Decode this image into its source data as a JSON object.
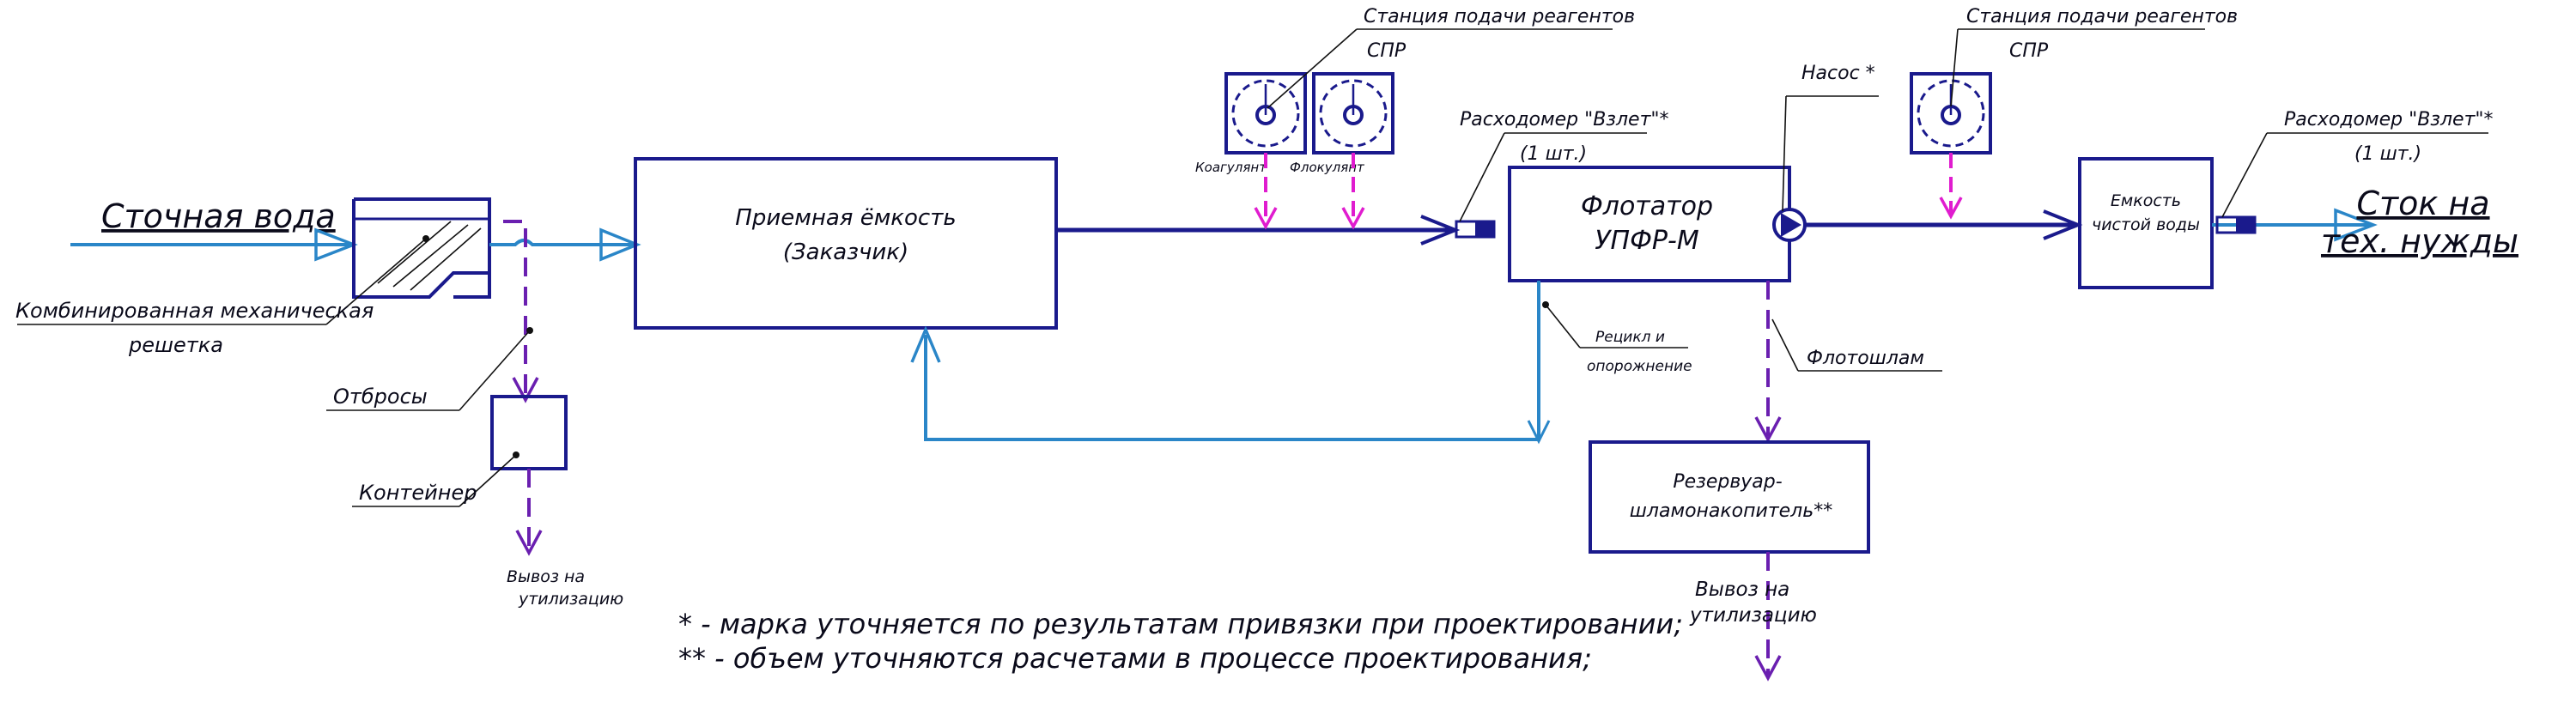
{
  "labels": {
    "inflow": "Сточная вода",
    "screen": "Комбинированная механическая решетка",
    "screen_line1": "Комбинированная механическая",
    "screen_line2": "решетка",
    "waste": "Отбросы",
    "container": "Контейнер",
    "disposal": "Вывоз на утилизацию",
    "disposal_line1": "Вывоз на",
    "disposal_line2": "утилизацию",
    "receiving_tank_line1": "Приемная ёмкость",
    "receiving_tank_line2": "(Заказчик)",
    "reagent_station_line1": "Станция подачи реагентов",
    "reagent_station_line2": "СПР",
    "coagulant": "Коагулянт",
    "flocculant": "Флокулянт",
    "flowmeter_line1": "Расходомер \"Взлет\"*",
    "flowmeter_line2": "(1 шт.)",
    "pump": "Насос *",
    "flotator_line1": "Флотатор",
    "flotator_line2": "УПФР-М",
    "clean_tank_line1": "Емкость",
    "clean_tank_line2": "чистой воды",
    "outflow_line1": "Сток на",
    "outflow_line2": "тех. нужды",
    "recycle_line1": "Рецикл и",
    "recycle_line2": "опорожнение",
    "flotosludge": "Флотошлам",
    "sludge_tank_line1": "Резервуар-",
    "sludge_tank_line2": "шламонакопитель**"
  },
  "notes": {
    "note1": "* - марка уточняется по результатам привязки при проектировании;",
    "note2": "** - объем уточняются расчетами в процессе проектирования;"
  },
  "colors": {
    "equipment": "#1a1a8c",
    "water_flow": "#2a86c8",
    "waste_flow": "#6a1fb0",
    "reagent_flow": "#e01ccf"
  }
}
